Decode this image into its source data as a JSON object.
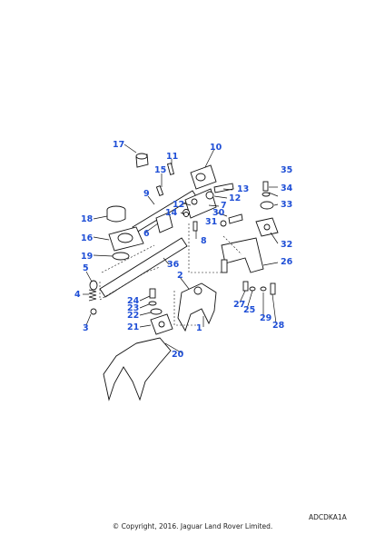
{
  "labels": {
    "n1": "1",
    "n2": "2",
    "n3": "3",
    "n4": "4",
    "n5": "5",
    "n6": "6",
    "n7": "7",
    "n8": "8",
    "n9": "9",
    "n10": "10",
    "n11": "11",
    "n12a": "12",
    "n12b": "12",
    "n13": "13",
    "n14": "14",
    "n15": "15",
    "n16": "16",
    "n17": "17",
    "n18": "18",
    "n19": "19",
    "n20": "20",
    "n21": "21",
    "n22": "22",
    "n23": "23",
    "n24": "24",
    "n25": "25",
    "n26": "26",
    "n27": "27",
    "n28": "28",
    "n29": "29",
    "n30": "30",
    "n31": "31",
    "n32": "32",
    "n33": "33",
    "n34": "34",
    "n35": "35",
    "n36": "36"
  },
  "footer": {
    "reference": "ADCDKA1A",
    "copyright": "© Copyright, 2016. Jaguar Land Rover Limited."
  },
  "colors": {
    "label": "#1f4fd6",
    "line": "#111111",
    "background": "#ffffff"
  }
}
